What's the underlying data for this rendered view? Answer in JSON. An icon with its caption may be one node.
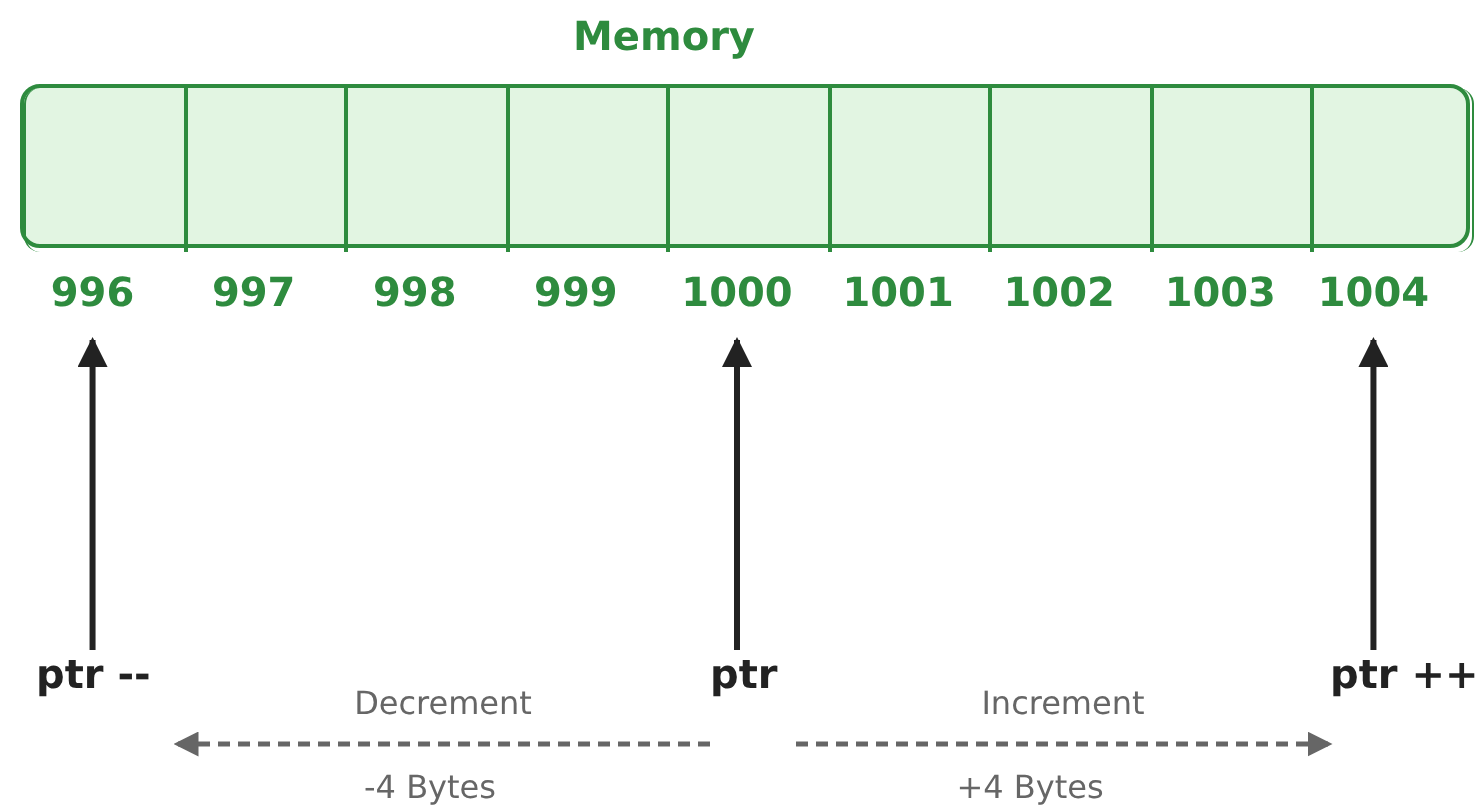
{
  "diagram": {
    "nodes": [
      {
        "text": [
          "Memory"
        ]
      },
      {
        "text": [],
        "shape": "box",
        "in": 0
      },
      {
        "text": [],
        "shape": "box",
        "in": 0
      },
      {
        "text": [],
        "shape": "box",
        "in": 0
      },
      {
        "text": [],
        "shape": "box",
        "in": 0
      },
      {
        "text": [],
        "shape": "box",
        "in": 0
      },
      {
        "text": [],
        "shape": "box",
        "in": 0
      },
      {
        "text": [],
        "shape": "box",
        "in": 0
      },
      {
        "text": [],
        "shape": "box",
        "in": 0
      },
      {
        "text": [],
        "shape": "box",
        "in": 0
      },
      {
        "text": [
          "996"
        ]
      },
      {
        "text": [
          "997"
        ]
      },
      {
        "text": [
          "998"
        ]
      },
      {
        "text": [
          "999"
        ]
      },
      {
        "text": [
          "1000"
        ]
      },
      {
        "text": [
          "1001"
        ]
      },
      {
        "text": [
          "1002"
        ]
      },
      {
        "text": [
          "1003"
        ]
      },
      {
        "text": [
          "1004"
        ]
      },
      {
        "text": [
          "ptr --"
        ]
      },
      {
        "text": [
          "ptr"
        ]
      },
      {
        "text": [
          "ptr ++"
        ]
      }
    ],
    "edges": [
      {
        "from": 19,
        "to": 10,
        "arrow": "to"
      },
      {
        "from": 20,
        "to": 14,
        "arrow": "to"
      },
      {
        "from": 21,
        "to": 18,
        "arrow": "to"
      },
      {
        "from": 20,
        "to": 19,
        "arrow": "to",
        "label": "Decrement",
        "style": "dashed",
        "color": "#666666"
      },
      {
        "from": 20,
        "to": 21,
        "arrow": "to",
        "label": "Increment",
        "style": "dashed",
        "color": "#666666"
      }
    ],
    "labels": [
      "-4 Bytes",
      "+4 Bytes"
    ]
  }
}
